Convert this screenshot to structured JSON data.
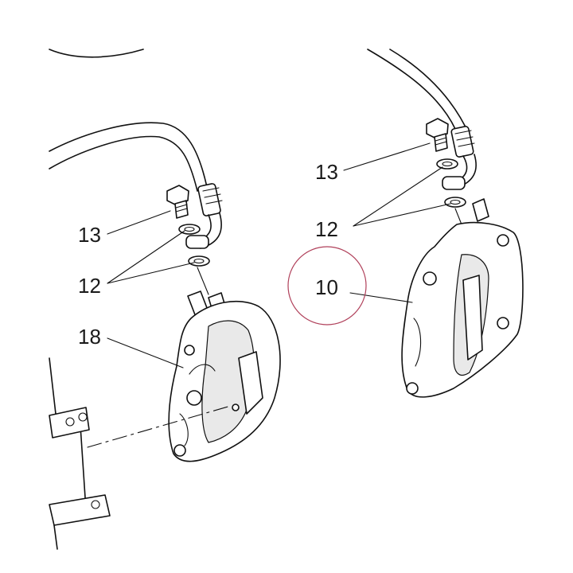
{
  "diagram": {
    "highlight_color": "#b0405a",
    "callouts_left": {
      "bolt": "13",
      "washers": "12",
      "caliper": "18"
    },
    "callouts_right": {
      "bolt": "13",
      "washers": "12",
      "caliper": "10"
    }
  }
}
